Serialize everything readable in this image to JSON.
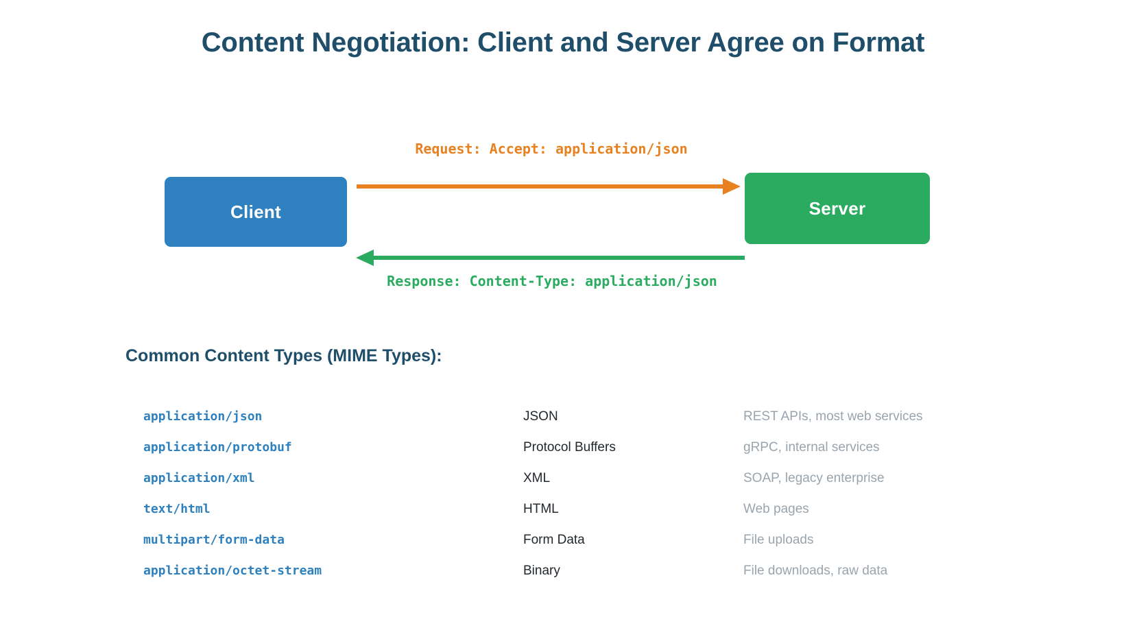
{
  "page": {
    "title": "Content Negotiation: Client and Server Agree on Format",
    "background_color": "#ffffff",
    "title_color": "#1f4e6b"
  },
  "diagram": {
    "client_node": {
      "label": "Client",
      "color": "#2e81be",
      "text_color": "#ffffff"
    },
    "server_node": {
      "label": "Server",
      "color": "#2bab5f",
      "text_color": "#ffffff"
    },
    "request_arrow": {
      "label": "Request: Accept: application/json",
      "color": "#e8811f",
      "direction": "client-to-server"
    },
    "response_arrow": {
      "label": "Response: Content-Type: application/json",
      "color": "#2bab5f",
      "direction": "server-to-client"
    }
  },
  "mime_section": {
    "heading": "Common Content Types (MIME Types):",
    "heading_color": "#1f4e6b",
    "mime_color": "#2e81be",
    "name_color": "#23282d",
    "usage_color": "#9aa4ad",
    "rows": [
      {
        "mime": "application/json",
        "name": "JSON",
        "usage": "REST APIs, most web services"
      },
      {
        "mime": "application/protobuf",
        "name": "Protocol Buffers",
        "usage": "gRPC, internal services"
      },
      {
        "mime": "application/xml",
        "name": "XML",
        "usage": "SOAP, legacy enterprise"
      },
      {
        "mime": "text/html",
        "name": "HTML",
        "usage": "Web pages"
      },
      {
        "mime": "multipart/form-data",
        "name": "Form Data",
        "usage": "File uploads"
      },
      {
        "mime": "application/octet-stream",
        "name": "Binary",
        "usage": "File downloads, raw data"
      }
    ]
  }
}
